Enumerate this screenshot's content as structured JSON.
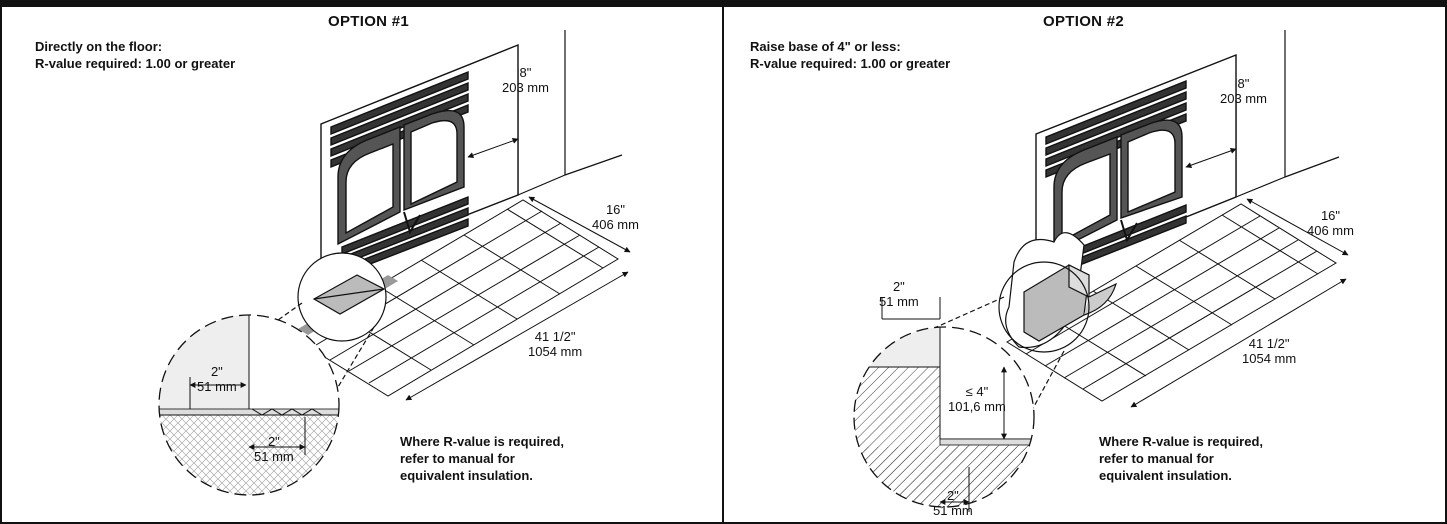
{
  "topbar_color": "#111111",
  "option1": {
    "title": "OPTION #1",
    "subtitle_line1": "Directly on the floor:",
    "subtitle_line2": "R-value required: 1.00 or greater",
    "dims": {
      "side_in": "8\"",
      "side_mm": "203 mm",
      "front_in": "16\"",
      "front_mm": "406 mm",
      "width_in": "41 1/2\"",
      "width_mm": "1054 mm",
      "detail_top_in": "2\"",
      "detail_top_mm": "51 mm",
      "detail_bottom_in": "2\"",
      "detail_bottom_mm": "51 mm"
    },
    "note": [
      "Where R-value is required,",
      "refer to manual for",
      "equivalent insulation."
    ]
  },
  "option2": {
    "title": "OPTION #2",
    "subtitle_line1": "Raise base of 4\" or less:",
    "subtitle_line2": "R-value required: 1.00 or greater",
    "dims": {
      "side_in": "8\"",
      "side_mm": "203 mm",
      "front_in": "16\"",
      "front_mm": "406 mm",
      "width_in": "41 1/2\"",
      "width_mm": "1054 mm",
      "detail_top_in": "2\"",
      "detail_top_mm": "51 mm",
      "height_in": "≤ 4\"",
      "height_mm": "101,6 mm",
      "detail_bottom_in": "2\"",
      "detail_bottom_mm": "51 mm"
    },
    "note": [
      "Where R-value is required,",
      "refer to manual for",
      "equivalent insulation."
    ]
  }
}
